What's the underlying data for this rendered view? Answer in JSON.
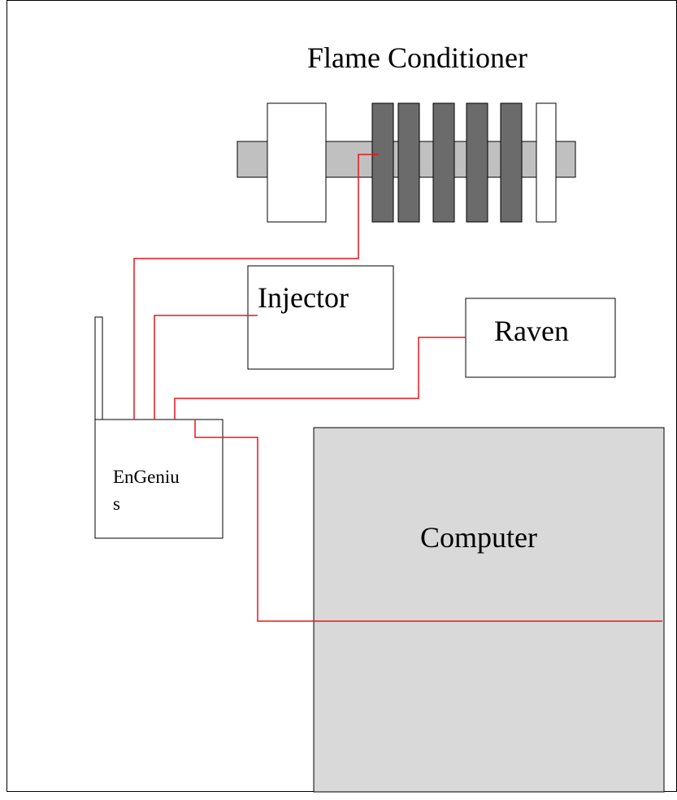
{
  "diagram": {
    "title": "Flame Conditioner",
    "labels": {
      "injector": "Injector",
      "raven": "Raven",
      "engenius_line1": "EnGeniu",
      "engenius_line2": "s",
      "computer": "Computer"
    },
    "colors": {
      "wire": "#e8151b",
      "shaft": "#c0c0c0",
      "dark_disc": "#6b6b6b",
      "computer_fill": "#d9d9d9",
      "stroke": "#000000"
    }
  }
}
